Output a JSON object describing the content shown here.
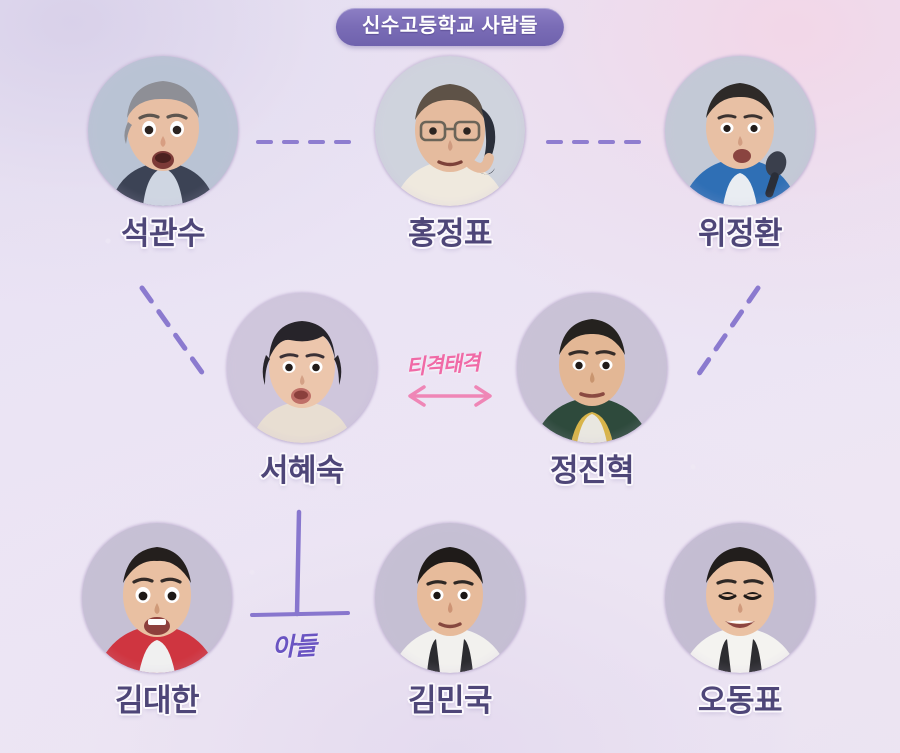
{
  "header": {
    "title": "신수고등학교 사람들",
    "badge_color": "#7a6cb6",
    "title_text_color": "#ffffff"
  },
  "theme": {
    "background_top_left": "#ddd6ee",
    "background_top_right": "#f2dceb",
    "background_base": "#eae3f4",
    "name_color": "#4e4678",
    "name_outline_color": "#fbf8fd",
    "disc_color": "#c6b8d7",
    "connector_color": "#7b68c9",
    "annotation_pink": "#f06aa6",
    "annotation_purple": "#6a54c2"
  },
  "people": [
    {
      "id": "seok-gwan-su",
      "name": "석관수",
      "row": "top",
      "column": "left",
      "hair": "#8e8f96",
      "skin": "#e8bfa4",
      "clothes": "#3c4355",
      "shirt": "#cfd6e2",
      "expression": "surprised"
    },
    {
      "id": "hong-jeong-pyo",
      "name": "홍정표",
      "row": "top",
      "column": "center",
      "hair": "#5e5247",
      "skin": "#e5bb9e",
      "clothes": "#efe9de",
      "shirt": "#efe9de",
      "expression": "phone-call",
      "accessory": "glasses"
    },
    {
      "id": "wi-jeong-hwan",
      "name": "위정환",
      "row": "top",
      "column": "right",
      "hair": "#2e2a28",
      "skin": "#e8c0a4",
      "clothes": "#2f6fb5",
      "shirt": "#2f6fb5",
      "expression": "microphone"
    },
    {
      "id": "seo-hye-suk",
      "name": "서혜숙",
      "row": "middle",
      "column": "left",
      "hair": "#27242a",
      "skin": "#ecc6ac",
      "clothes": "#e8ded2",
      "shirt": "#e8ded2",
      "expression": "talking"
    },
    {
      "id": "jeong-jin-hyeok",
      "name": "정진혁",
      "row": "middle",
      "column": "right",
      "hair": "#25221f",
      "skin": "#e3b795",
      "clothes": "#2e4a3c",
      "shirt": "#d8b44a",
      "expression": "neutral"
    },
    {
      "id": "kim-dae-han",
      "name": "김대한",
      "row": "bottom",
      "column": "left",
      "hair": "#241f1d",
      "skin": "#e9c0a2",
      "clothes": "#cf3540",
      "shirt": "#f0f0f0",
      "expression": "goofy"
    },
    {
      "id": "kim-min-guk",
      "name": "김민국",
      "row": "bottom",
      "column": "center",
      "hair": "#1f1b19",
      "skin": "#e7bb9b",
      "clothes": "#f2f1ee",
      "shirt": "#f2f1ee",
      "expression": "calm"
    },
    {
      "id": "o-dong-pyo",
      "name": "오동표",
      "row": "bottom",
      "column": "right",
      "hair": "#221e1c",
      "skin": "#eac1a3",
      "clothes": "#f4f3f0",
      "shirt": "#f4f3f0",
      "expression": "smiling"
    }
  ],
  "relations": [
    {
      "id": "rel-seok-hong",
      "from": "석관수",
      "to": "홍정표",
      "style": "dashed-horizontal",
      "label": ""
    },
    {
      "id": "rel-hong-wi",
      "from": "홍정표",
      "to": "위정환",
      "style": "dashed-horizontal",
      "label": ""
    },
    {
      "id": "rel-seok-seo",
      "from": "석관수",
      "to": "서혜숙",
      "style": "dashed-diagonal",
      "label": ""
    },
    {
      "id": "rel-wi-jeong",
      "from": "위정환",
      "to": "정진혁",
      "style": "dashed-diagonal",
      "label": ""
    },
    {
      "id": "rel-seo-jeong",
      "from": "서혜숙",
      "to": "정진혁",
      "style": "double-arrow",
      "label": "티격태격"
    },
    {
      "id": "rel-seo-kim",
      "from": "서혜숙",
      "to": "김대한",
      "style": "tee-connector",
      "label": "아들"
    }
  ],
  "annotations": {
    "bicker": "티격태격",
    "son": "아들"
  }
}
